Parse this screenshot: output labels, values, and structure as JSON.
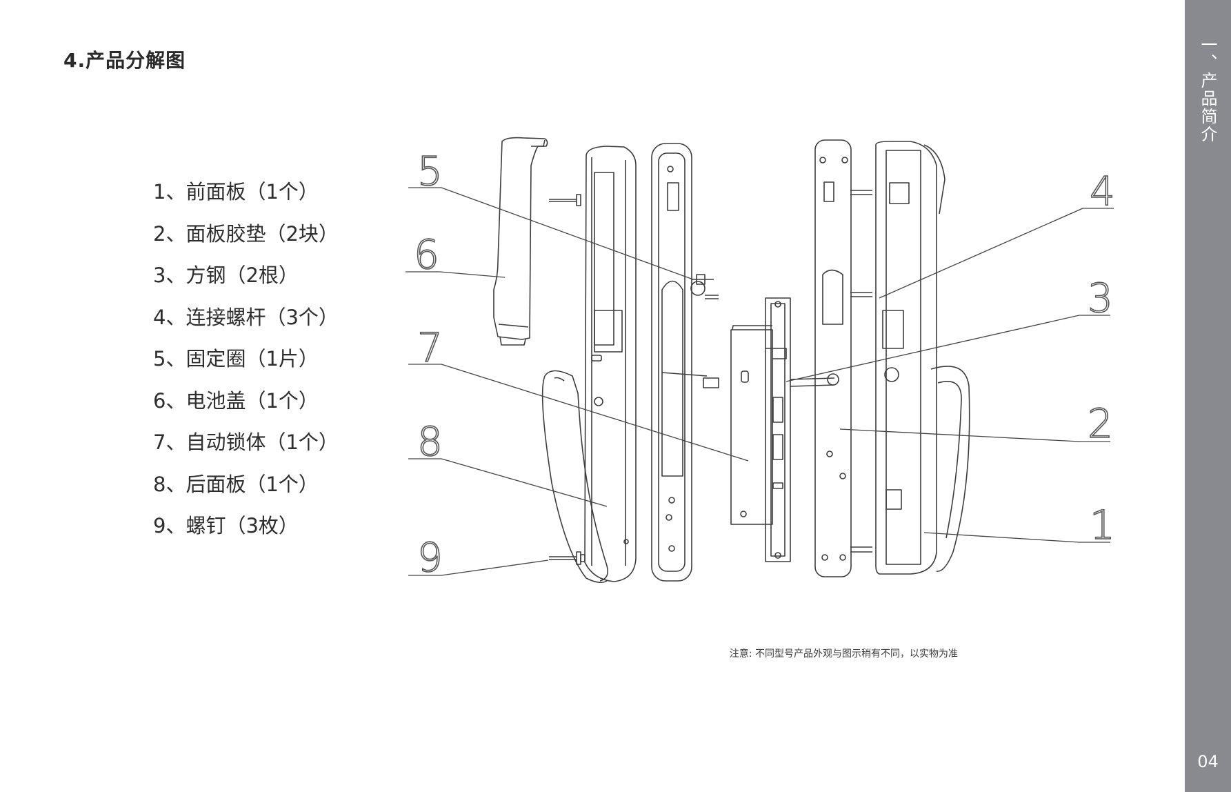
{
  "header": {
    "title": "4.产品分解图"
  },
  "parts": [
    {
      "label": "1、前面板（1个）"
    },
    {
      "label": "2、面板胶垫（2块）"
    },
    {
      "label": "3、方钢（2根）"
    },
    {
      "label": "4、连接螺杆（3个）"
    },
    {
      "label": "5、固定圈（1片）"
    },
    {
      "label": "6、电池盖（1个）"
    },
    {
      "label": "7、自动锁体（1个）"
    },
    {
      "label": "8、后面板（1个）"
    },
    {
      "label": "9、螺钉（3枚）"
    }
  ],
  "callouts": [
    "1",
    "2",
    "3",
    "4",
    "5",
    "6",
    "7",
    "8",
    "9"
  ],
  "note": "注意: 不同型号产品外观与图示稍有不同，以实物为准",
  "sidebar": {
    "section": "一、产品简介",
    "page_number": "04"
  },
  "colors": {
    "sidebar": "#898a8f",
    "line": "#3c3c3c"
  }
}
